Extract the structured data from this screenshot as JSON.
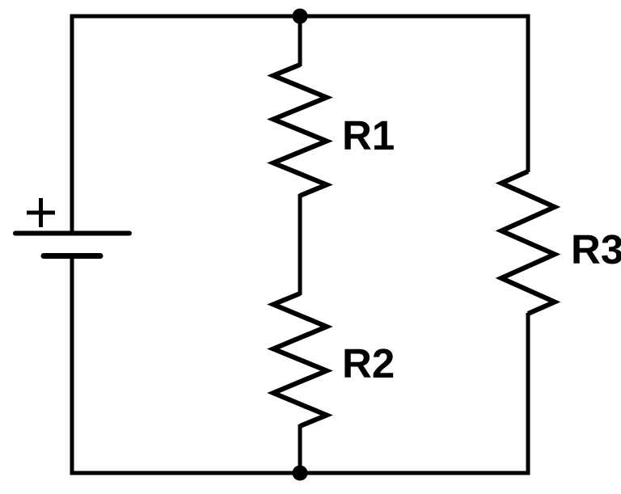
{
  "diagram": {
    "type": "circuit-schematic",
    "description": "DC circuit: battery with two parallel branches; branch one has R1 and R2 in series, branch two has R3",
    "colors": {
      "line": "#000000",
      "background": "#ffffff"
    },
    "battery": {
      "type": "voltage-source",
      "polarity_label": "+",
      "positive_terminal": "top"
    },
    "resistors": [
      {
        "id": "R1",
        "label": "R1",
        "branch": "middle",
        "connection": "in series with R2"
      },
      {
        "id": "R2",
        "label": "R2",
        "branch": "middle",
        "connection": "in series with R1"
      },
      {
        "id": "R3",
        "label": "R3",
        "branch": "right",
        "connection": "parallel to R1+R2"
      }
    ],
    "junctions": [
      {
        "id": "top-node",
        "position": "top-middle"
      },
      {
        "id": "bottom-node",
        "position": "bottom-middle"
      }
    ]
  }
}
